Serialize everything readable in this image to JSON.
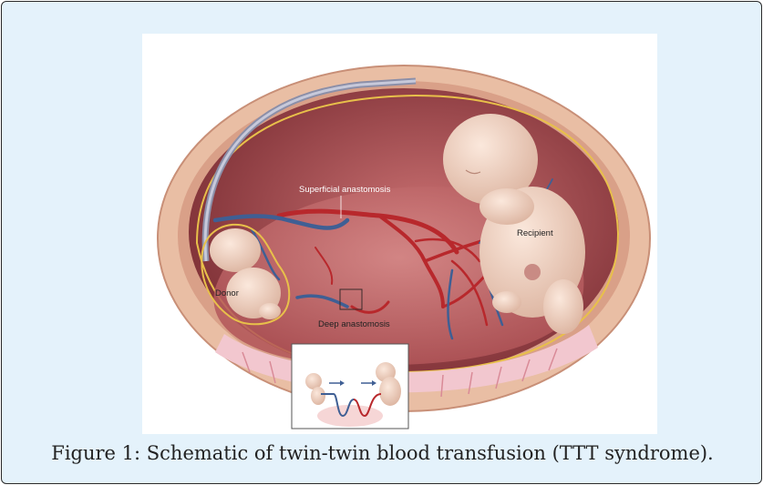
{
  "figure": {
    "labels": {
      "superficial": "Superficial anastomosis",
      "recipient": "Recipient",
      "donor": "Donor",
      "deep": "Deep anastomosis"
    },
    "caption": "Figure 1: Schematic of twin-twin blood transfusion (TTT syndrome)."
  },
  "colors": {
    "panel_bg": "#e4f2fb",
    "uterus_wall": "#e3b59c",
    "cavity": "#b8585a",
    "artery": "#b8282c",
    "vein": "#3f5f94",
    "fetus": "#f1d6c6"
  }
}
